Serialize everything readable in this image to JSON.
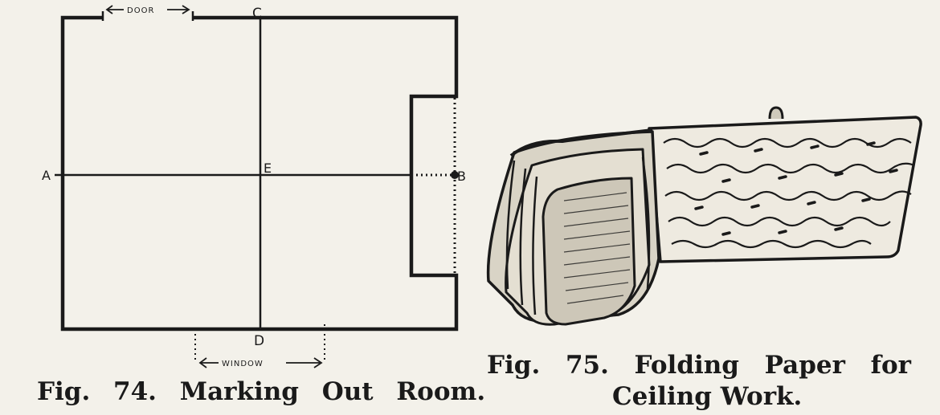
{
  "fig74": {
    "labels": {
      "a": "A",
      "b": "B",
      "c": "C",
      "d": "D",
      "e": "E"
    },
    "door_label": "DOOR",
    "window_label": "WINDOW",
    "caption": "Fig. 74. Marking Out Room."
  },
  "fig75": {
    "caption_words": [
      "Fig.",
      "75.",
      "Folding",
      "Paper",
      "for"
    ],
    "caption_line2": "Ceiling Work."
  },
  "colors": {
    "ink": "#1a1a1a",
    "paper": "#f3f1ea"
  }
}
